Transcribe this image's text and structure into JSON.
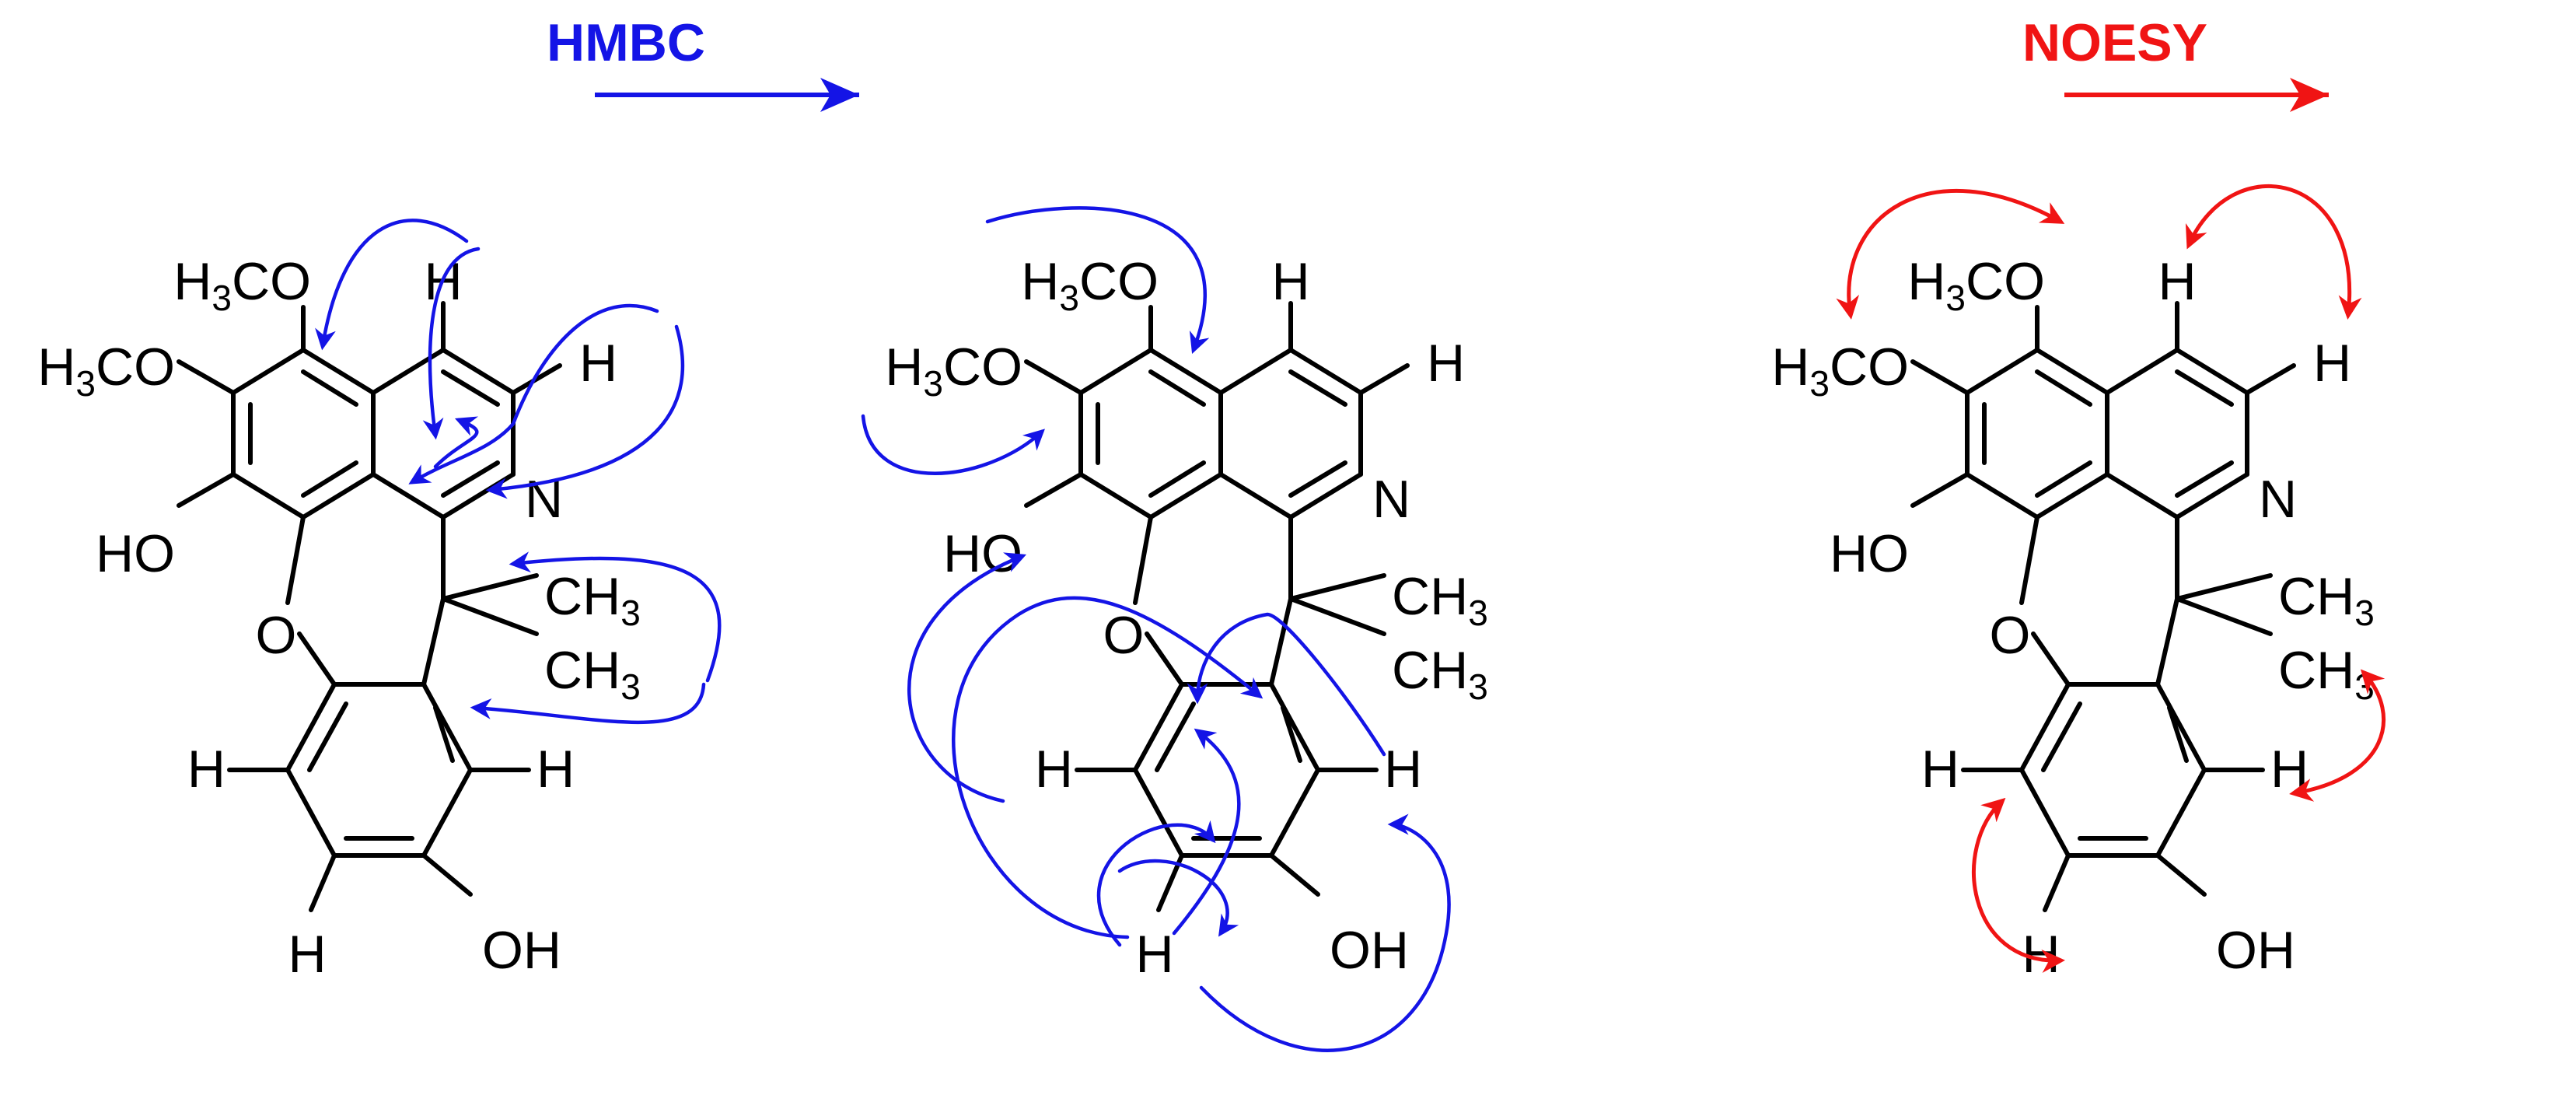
{
  "colors": {
    "hmbc": "#1414e6",
    "noesy": "#f01414",
    "bond": "#000000"
  },
  "legend": {
    "hmbc_label": "HMBC",
    "noesy_label": "NOESY"
  },
  "atom_labels": {
    "h3co": "H3CO",
    "h3c_main": "H",
    "h3c_sub": "3",
    "co_main": "CO",
    "h": "H",
    "n": "N",
    "o": "O",
    "ho": "HO",
    "oh": "OH",
    "ch3_main": "CH",
    "ch3_sub": "3"
  },
  "structures": [
    {
      "name": "hmbc-left"
    },
    {
      "name": "hmbc-right"
    },
    {
      "name": "noesy"
    }
  ]
}
